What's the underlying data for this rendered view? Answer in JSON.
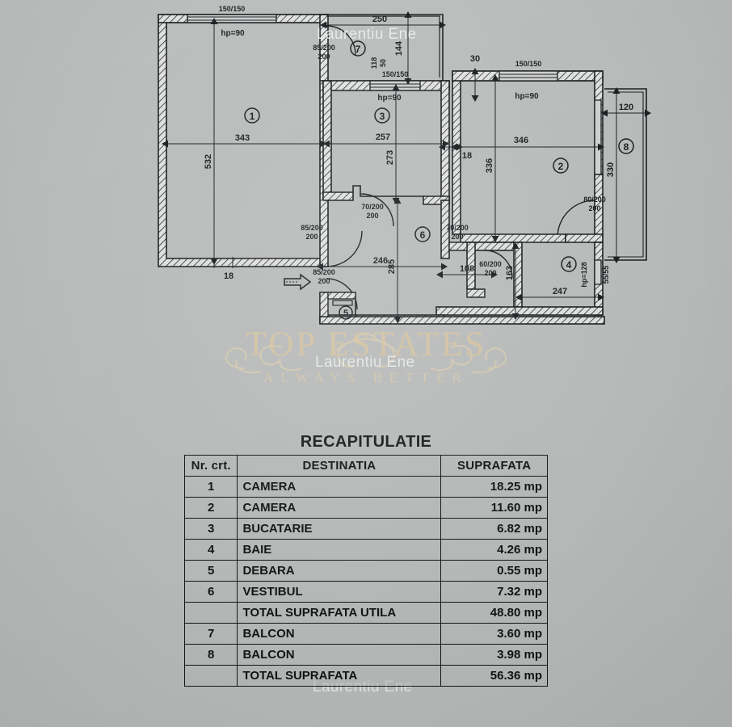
{
  "document": {
    "title": "RECAPITULATIE",
    "watermark_name": "Laurentiu Ene",
    "watermark_brand": "TOP ESTATES",
    "watermark_brand_sub": "ALWAYS BETTER"
  },
  "table": {
    "headers": {
      "nr": "Nr. crt.",
      "destination": "DESTINATIA",
      "area": "SUPRAFATA"
    },
    "rows": [
      {
        "nr": "1",
        "destination": "CAMERA",
        "area": "18.25 mp"
      },
      {
        "nr": "2",
        "destination": "CAMERA",
        "area": "11.60 mp"
      },
      {
        "nr": "3",
        "destination": "BUCATARIE",
        "area": "6.82 mp"
      },
      {
        "nr": "4",
        "destination": "BAIE",
        "area": "4.26 mp"
      },
      {
        "nr": "5",
        "destination": "DEBARA",
        "area": "0.55 mp"
      },
      {
        "nr": "6",
        "destination": "VESTIBUL",
        "area": "7.32 mp"
      },
      {
        "nr": "",
        "destination": "TOTAL SUPRAFATA UTILA",
        "area": "48.80 mp"
      },
      {
        "nr": "7",
        "destination": "BALCON",
        "area": "3.60 mp"
      },
      {
        "nr": "8",
        "destination": "BALCON",
        "area": "3.98 mp"
      },
      {
        "nr": "",
        "destination": "TOTAL SUPRAFATA",
        "area": "56.36 mp"
      }
    ]
  },
  "floorplan": {
    "room_markers": [
      {
        "id": "1",
        "label": "1"
      },
      {
        "id": "2",
        "label": "2"
      },
      {
        "id": "3",
        "label": "3"
      },
      {
        "id": "4",
        "label": "4"
      },
      {
        "id": "5",
        "label": "5"
      },
      {
        "id": "6",
        "label": "6"
      },
      {
        "id": "7",
        "label": "7"
      },
      {
        "id": "8",
        "label": "8"
      }
    ],
    "dimensions": {
      "room1_width": "343",
      "room1_height": "532",
      "room1_bottom_offset": "18",
      "room2_width": "346",
      "room2_height": "336",
      "room2_left_offset": "18",
      "room3_width": "257",
      "room3_height": "273",
      "room4_width": "247",
      "room4_height": "163",
      "room4_left_offset": "108",
      "room6_width": "246",
      "room6_height": "285",
      "balcony7_width": "250",
      "balcony7_height": "144",
      "balcony7_inner": "118",
      "balcony8_width": "120",
      "balcony8_height": "330",
      "wall_offset_30": "30",
      "corridor_50": "50"
    },
    "openings": {
      "window_top_left": "150/150",
      "window_top_left_hp": "hp=90",
      "window_kitchen": "150/150",
      "window_kitchen_hp": "hp=90",
      "window_room2": "150/150",
      "window_room2_hp": "hp=90",
      "door_85_200": "85/200",
      "door_80_200": "80/200",
      "door_60_200": "60/200",
      "door_70_200": "70/200",
      "window_bath": "55/55",
      "window_bath_hp": "hp=128",
      "entry_marker": "entry-arrow"
    }
  }
}
